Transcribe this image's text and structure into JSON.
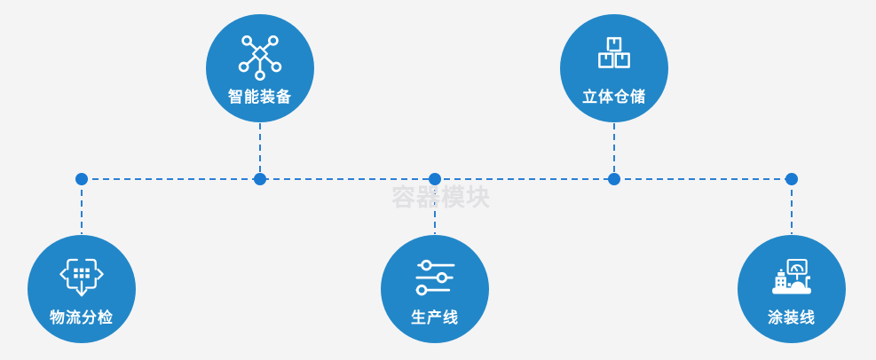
{
  "watermark": {
    "text": "容器模块"
  },
  "colors": {
    "bg": "#f4f4f5",
    "circle": "#2287c8",
    "line": "#2b7fd3",
    "dot": "#1a7ad2",
    "label": "#ffffff",
    "watermark": "#e1e1e3"
  },
  "nodes": [
    {
      "label": "智能装备",
      "icon": "network-nodes-icon",
      "row": "top"
    },
    {
      "label": "立体仓储",
      "icon": "storage-boxes-icon",
      "row": "top"
    },
    {
      "label": "物流分检",
      "icon": "sorting-arrows-icon",
      "row": "bottom"
    },
    {
      "label": "生产线",
      "icon": "sliders-icon",
      "row": "bottom"
    },
    {
      "label": "涂装线",
      "icon": "coating-machine-icon",
      "row": "bottom"
    }
  ],
  "connectors": {
    "style": "dashed",
    "junction_dots": 5,
    "description": "horizontal dashed bus linking all five nodes via vertical dashed stubs"
  }
}
